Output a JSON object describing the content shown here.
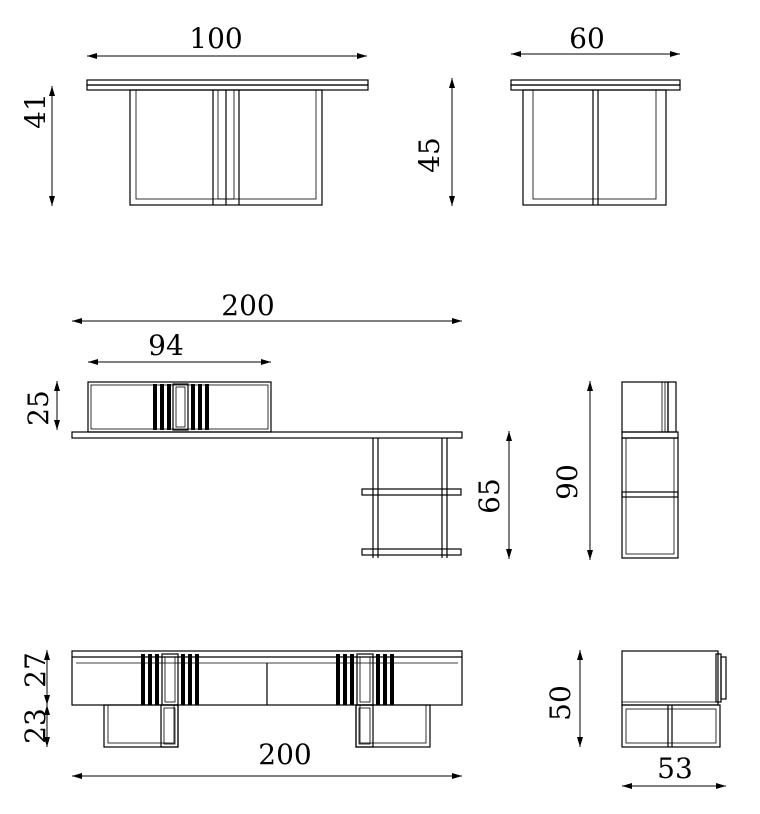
{
  "dimensions": {
    "table_width": "100",
    "table_height": "41",
    "table_depth": "60",
    "table_side_height": "45",
    "desk_width": "200",
    "shelf_width": "94",
    "shelf_height": "25",
    "desk_support_height": "65",
    "desk_side_height": "90",
    "tv_upper_height": "27",
    "tv_lower_height": "23",
    "tv_width": "200",
    "tv_side_height": "50",
    "tv_depth": "53"
  }
}
